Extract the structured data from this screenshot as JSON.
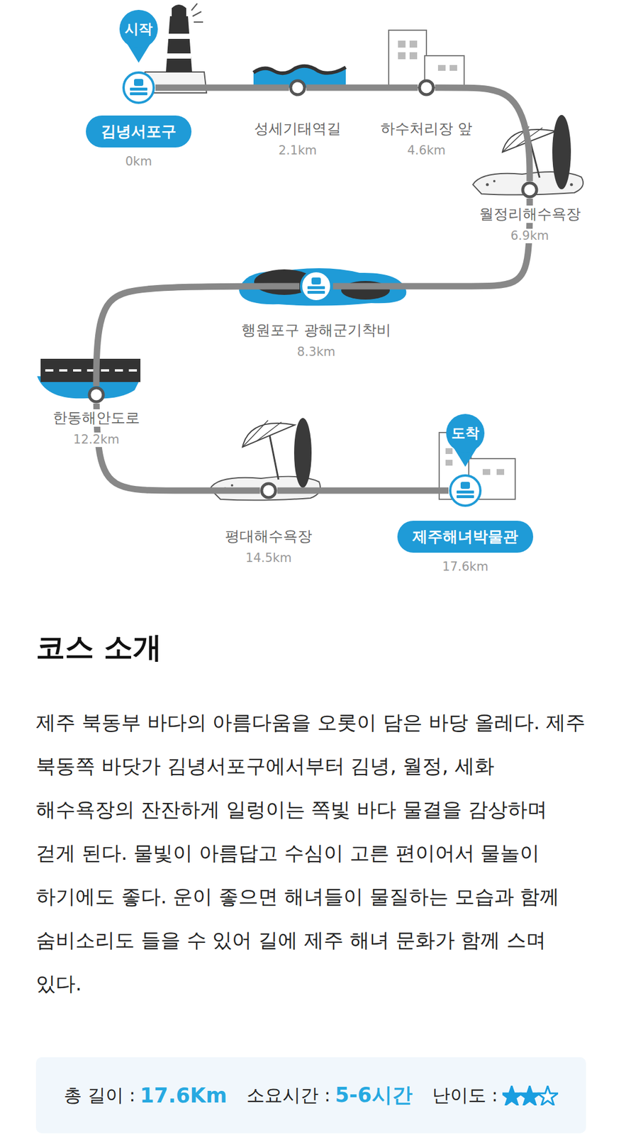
{
  "diagram": {
    "title": "코스 소개",
    "nodes": [
      {
        "text": [
          "시작"
        ]
      },
      {
        "text": [
          "김녕서포구",
          "0km"
        ]
      },
      {
        "text": [
          "성세기태역길",
          "2.1km"
        ]
      },
      {
        "text": [
          "하수처리장 앞",
          "4.6km"
        ]
      },
      {
        "text": [
          "월정리해수욕장",
          "6.9km"
        ]
      },
      {
        "text": [
          "행원포구 광해군기착비",
          "8.3km"
        ]
      },
      {
        "text": [
          "한동해안도로",
          "12.2km"
        ]
      },
      {
        "text": [
          "평대해수욕장",
          "14.5km"
        ]
      },
      {
        "text": [
          "도착"
        ]
      },
      {
        "text": [
          "제주해녀박물관",
          "17.6km"
        ]
      },
      {
        "text": [
          "총 길이 :",
          "17.6Km",
          "소요시간 :",
          "5-6시간",
          "난이도 :"
        ]
      }
    ],
    "edges": [
      {
        "from": 1,
        "to": 2,
        "arrow": "none"
      },
      {
        "from": 2,
        "to": 3,
        "arrow": "none"
      },
      {
        "from": 3,
        "to": 4,
        "arrow": "none"
      },
      {
        "from": 4,
        "to": 5,
        "arrow": "none"
      },
      {
        "from": 5,
        "to": 6,
        "arrow": "none"
      },
      {
        "from": 6,
        "to": 7,
        "arrow": "none"
      },
      {
        "from": 7,
        "to": 9,
        "arrow": "none"
      }
    ],
    "labels": [
      "제주 북동부 바다의 아름다움을 오롯이 담은 바당 올레다. 제주 북동쪽 바닷가 김녕서포구에서부터 김녕, 월정, 세화 해수욕장의 잔잔하게 일렁이는 쪽빛 바다 물결을 감상하며 걷게 된다. 물빛이 아름답고 수심이 고른 편이어서 물놀이 하기에도 좋다. 운이 좋으면 해녀들이 물질하는 모습과 함께 숨비소리도 들을 수 있어 길에 제주 해녀 문화가 함께 스며 있다."
    ]
  }
}
